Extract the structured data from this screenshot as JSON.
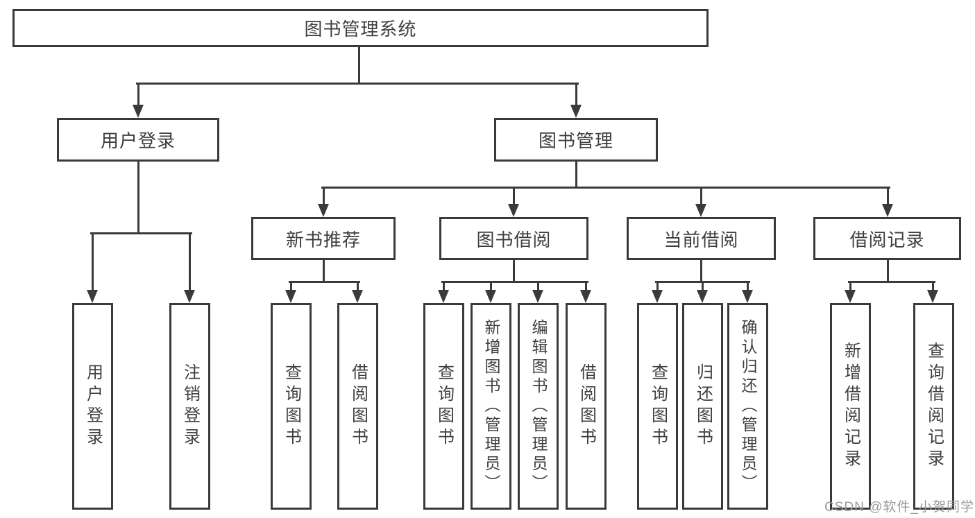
{
  "diagram_title": "图书管理系统",
  "nodes": {
    "root": {
      "label": "图书管理系统"
    },
    "user_login": {
      "label": "用户登录"
    },
    "book_mgmt": {
      "label": "图书管理"
    },
    "new_book_rec": {
      "label": "新书推荐"
    },
    "book_borrow": {
      "label": "图书借阅"
    },
    "current_borrow": {
      "label": "当前借阅"
    },
    "borrow_records": {
      "label": "借阅记录"
    }
  },
  "leaves": [
    {
      "label": "用户登录"
    },
    {
      "label": "注销登录"
    },
    {
      "label": "查询图书"
    },
    {
      "label": "借阅图书"
    },
    {
      "label": "查询图书"
    },
    {
      "label": "新增图书（管理员）"
    },
    {
      "label": "编辑图书（管理员）"
    },
    {
      "label": "借阅图书"
    },
    {
      "label": "查询图书"
    },
    {
      "label": "归还图书"
    },
    {
      "label": "确认归还（管理员）"
    },
    {
      "label": "新增借阅记录"
    },
    {
      "label": "查询借阅记录"
    }
  ],
  "hierarchy": {
    "图书管理系统": {
      "用户登录": [
        "用户登录",
        "注销登录"
      ],
      "图书管理": {
        "新书推荐": [
          "查询图书",
          "借阅图书"
        ],
        "图书借阅": [
          "查询图书",
          "新增图书（管理员）",
          "编辑图书（管理员）",
          "借阅图书"
        ],
        "当前借阅": [
          "查询图书",
          "归还图书",
          "确认归还（管理员）"
        ],
        "借阅记录": [
          "新增借阅记录",
          "查询借阅记录"
        ]
      }
    }
  },
  "watermark": {
    "text": "CSDN @软件_小贺同学"
  },
  "colors": {
    "line": "#3a3a3a",
    "text": "#3f3f3f",
    "watermark": "#9b9b9b",
    "background": "#ffffff"
  }
}
